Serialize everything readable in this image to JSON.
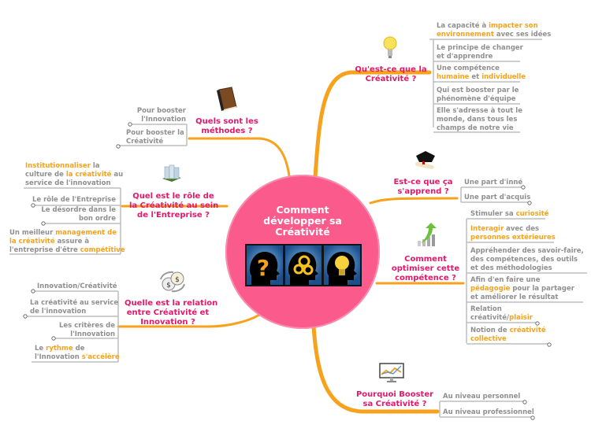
{
  "colors": {
    "branch_line": "#f7a21c",
    "branch_title": "#e0196b",
    "leaf_text": "#8f8f8f",
    "leaf_highlight": "#f7a21c",
    "leaf_underline": "#bdbdbd",
    "center_fill": "#fb5b8c",
    "center_text": "#ffffff"
  },
  "center": {
    "title_line1": "Comment",
    "title_line2": "développer sa",
    "title_line3": "Créativité",
    "image": "three-heads-question-gears-lightbulb"
  },
  "branches": [
    {
      "id": "quest-ce",
      "icon": "lightbulb-icon",
      "title_line1": "Qu'est-ce que la",
      "title_line2": "Créativité ?",
      "leaves": [
        {
          "parts": [
            "La capacité à ",
            "impacter son",
            "\n",
            "environnement",
            " avec ses idées"
          ],
          "hl": [
            1,
            3
          ]
        },
        {
          "parts": [
            "Le principe de changer",
            "\n",
            "et d'apprendre"
          ],
          "hl": []
        },
        {
          "parts": [
            "Une compétence",
            "\n",
            "humaine",
            " et ",
            "individuelle"
          ],
          "hl": [
            2,
            4
          ]
        },
        {
          "parts": [
            "Qui est booster par le",
            "\n",
            "phénomène d'équipe"
          ],
          "hl": []
        },
        {
          "parts": [
            "Elle s'adresse à tout le",
            "\n",
            "monde, dans tous les",
            "\n",
            "champs de notre vie"
          ],
          "hl": []
        }
      ]
    },
    {
      "id": "apprend",
      "icon": "graduation-cap-icon",
      "title_line1": "Est-ce que ça",
      "title_line2": "s'apprend ?",
      "leaves": [
        {
          "parts": [
            "Une part d'inné"
          ],
          "hl": []
        },
        {
          "parts": [
            "Une part d'acquis"
          ],
          "hl": []
        }
      ]
    },
    {
      "id": "optimiser",
      "icon": "growth-chart-icon",
      "title_line1": "Comment",
      "title_line2": "optimiser cette",
      "title_line3": "compétence ?",
      "leaves": [
        {
          "parts": [
            "Stimuler sa ",
            "curiosité"
          ],
          "hl": [
            1
          ]
        },
        {
          "parts": [
            "Interagir",
            " avec des",
            "\n",
            "personnes extérieures"
          ],
          "hl": [
            0,
            3
          ]
        },
        {
          "parts": [
            "Appréhender des savoir-faire,",
            "\n",
            "des compétences, des outils",
            "\n",
            "et des méthodologies"
          ],
          "hl": []
        },
        {
          "parts": [
            "Afin d'en faire une",
            "\n",
            "pédagogie",
            " pour la partager",
            "\n",
            "et améliorer le résultat"
          ],
          "hl": [
            2
          ]
        },
        {
          "parts": [
            "Relation",
            "\n",
            "créativité/",
            "plaisir"
          ],
          "hl": [
            3
          ]
        },
        {
          "parts": [
            "Notion de ",
            "créativité",
            "\n",
            "collective"
          ],
          "hl": [
            1,
            3
          ]
        }
      ]
    },
    {
      "id": "pourquoi",
      "icon": "monitor-chart-icon",
      "title_line1": "Pourquoi Booster",
      "title_line2": "sa Créativité ?",
      "leaves": [
        {
          "parts": [
            "Au niveau personnel"
          ],
          "hl": []
        },
        {
          "parts": [
            "Au niveau professionnel"
          ],
          "hl": []
        }
      ]
    },
    {
      "id": "methodes",
      "icon": "book-icon",
      "title_line1": "Quels sont les",
      "title_line2": "méthodes ?",
      "leaves": [
        {
          "parts": [
            "Pour booster",
            "\n",
            "l'Innovation"
          ],
          "hl": []
        },
        {
          "parts": [
            "Pour booster la",
            "\n",
            "Créativité"
          ],
          "hl": []
        }
      ]
    },
    {
      "id": "entreprise",
      "icon": "buildings-icon",
      "title_line1": "Quel est le rôle de",
      "title_line2": "la Créativité au sein",
      "title_line3": "de l'Entreprise ?",
      "leaves": [
        {
          "parts": [
            "Institutionnaliser",
            " la",
            "\n",
            "culture de ",
            "la créativité",
            " au",
            "\n",
            "service de l'innovation"
          ],
          "hl": [
            0,
            4
          ]
        },
        {
          "parts": [
            "Le rôle de l'Entreprise"
          ],
          "hl": []
        },
        {
          "parts": [
            "Le désordre dans le",
            "\n",
            "bon ordre"
          ],
          "hl": []
        },
        {
          "parts": [
            "Un meilleur ",
            "management de",
            "\n",
            "la créativité",
            " assure à",
            "\n",
            "l'entreprise d'être ",
            "compétitive"
          ],
          "hl": [
            1,
            3,
            7
          ]
        }
      ]
    },
    {
      "id": "relation",
      "icon": "exchange-arrows-icon",
      "title_line1": "Quelle est la relation",
      "title_line2": "entre Créativité et",
      "title_line3": "Innovation ?",
      "leaves": [
        {
          "parts": [
            "Innovation/Créativité"
          ],
          "hl": []
        },
        {
          "parts": [
            "La créativité au service",
            "\n",
            "de l'innovation"
          ],
          "hl": []
        },
        {
          "parts": [
            "Les critères  de",
            "\n",
            "l'Innovation"
          ],
          "hl": []
        },
        {
          "parts": [
            "Le ",
            "rythme",
            " de",
            "\n",
            "l'Innovation ",
            "s'accélère"
          ],
          "hl": [
            1,
            5
          ]
        }
      ]
    }
  ]
}
